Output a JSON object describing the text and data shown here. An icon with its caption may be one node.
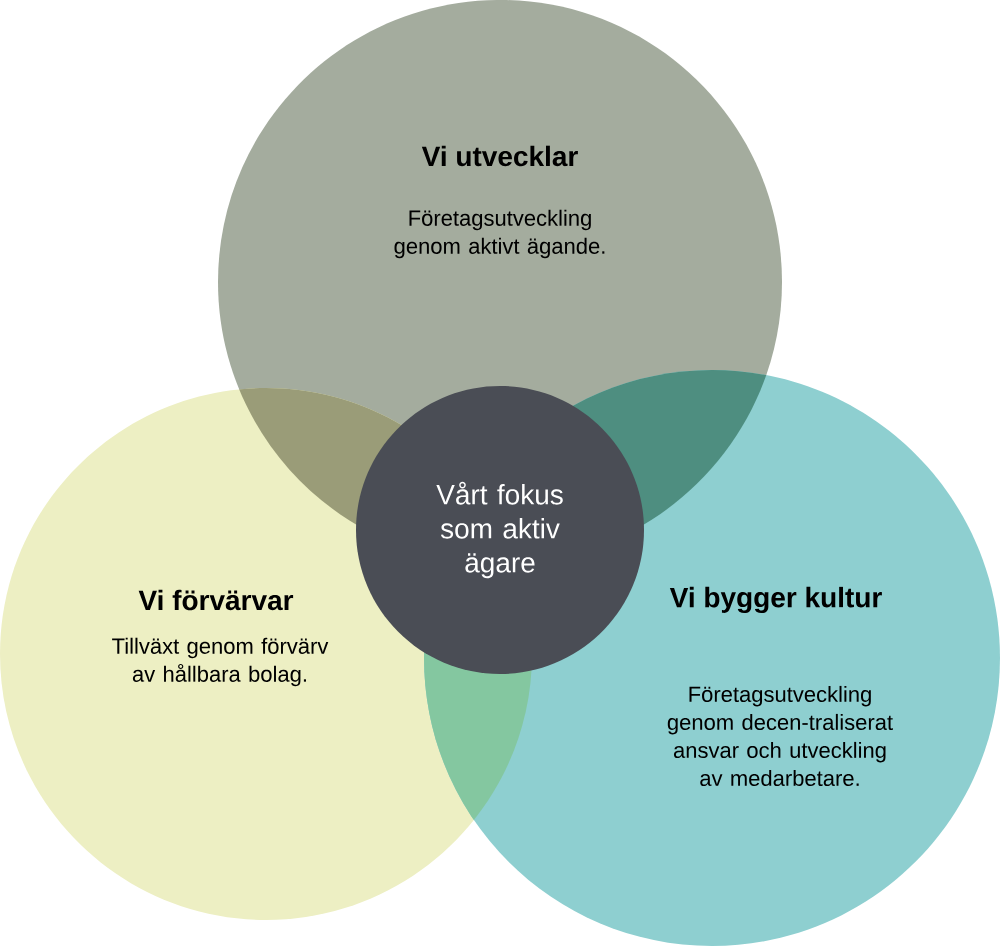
{
  "diagram": {
    "nodes": [
      {
        "text": [
          "Vi utvecklar",
          "Företagsutveckling genom aktivt ägande."
        ]
      },
      {
        "text": [
          "Vi förvärvar",
          "Tillväxt genom förvärv av hållbara bolag."
        ]
      },
      {
        "text": [
          "Vi bygger kultur",
          "Företagsutveckling genom decen-traliserat ansvar och utveckling av medarbetare."
        ]
      },
      {
        "text": [
          "Vårt fokus som aktiv ägare"
        ]
      }
    ]
  }
}
